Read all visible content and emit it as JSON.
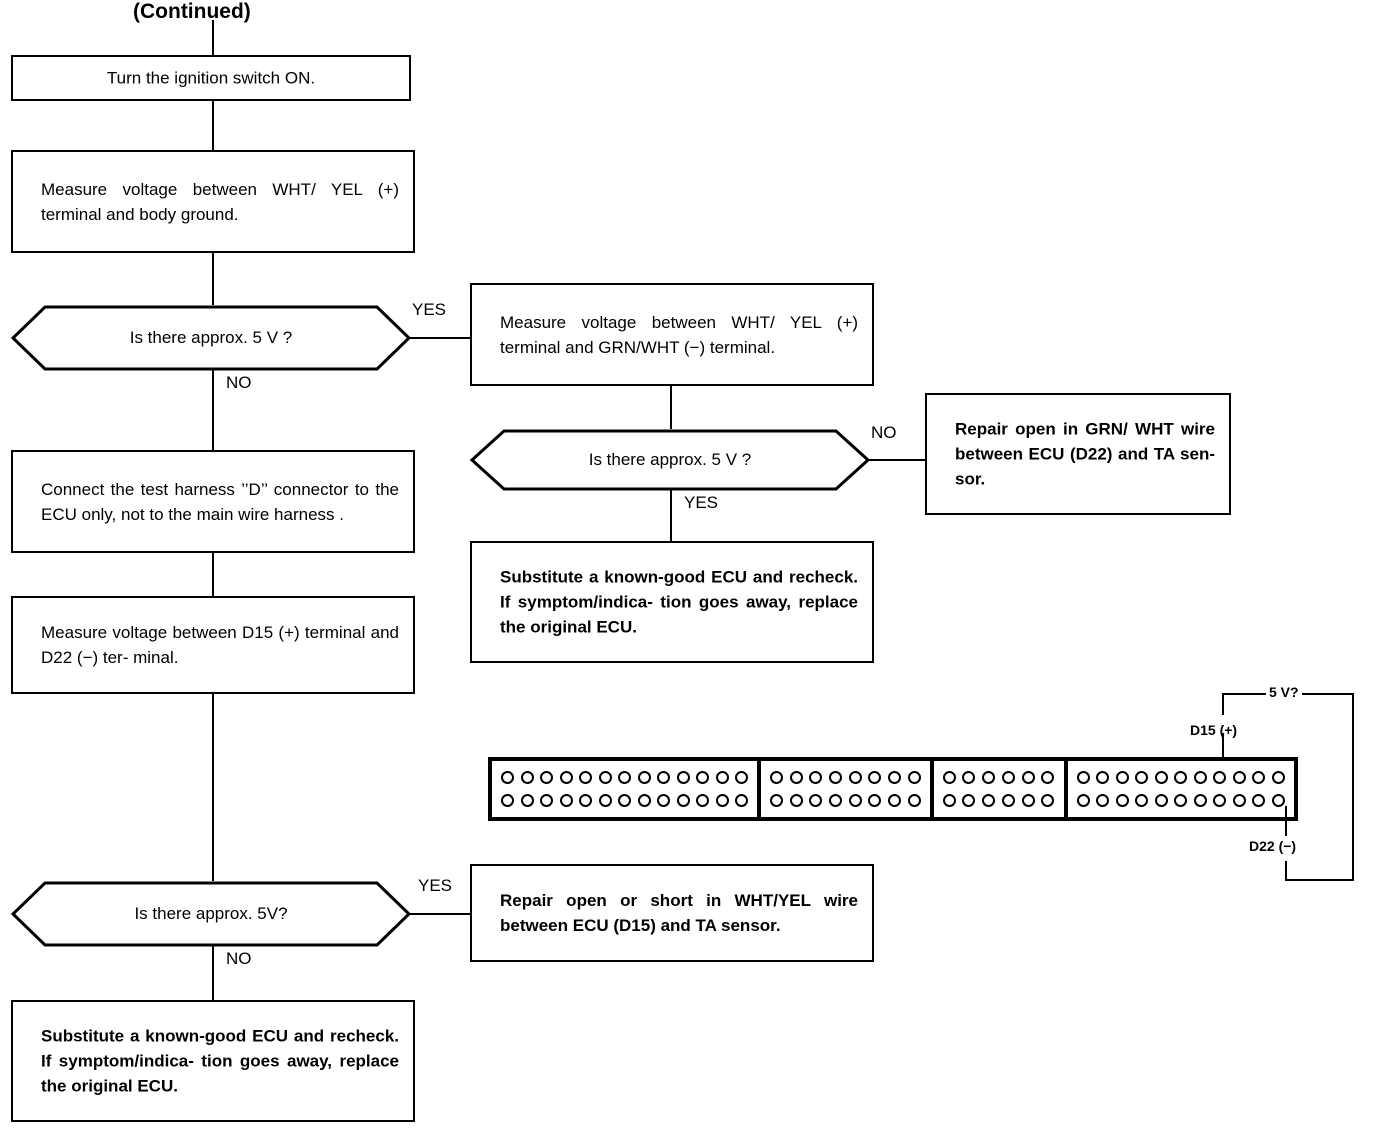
{
  "title": "(Continued)",
  "nodes": {
    "ignition": "Turn the ignition switch ON.",
    "measure_wht_body": "Measure voltage between WHT/ YEL (+) terminal and body ground.",
    "q1": "Is there approx. 5 V ?",
    "connect_harness": "Connect the test harness ’’D’’ connector to the ECU only, not to the main wire harness .",
    "measure_d15_d22": "Measure voltage between D15 (+) terminal and D22 (−) ter- minal.",
    "q3": "Is there approx. 5V?",
    "substitute_ecu_bottom": "Substitute a known-good ECU and recheck. If symptom/indica- tion goes away, replace the original ECU.",
    "measure_wht_grn": "Measure voltage between WHT/ YEL (+) terminal and GRN/WHT (−) terminal.",
    "q2": "Is there approx. 5 V ?",
    "repair_grn_wht": "Repair open in GRN/ WHT wire between ECU (D22) and TA sen- sor.",
    "substitute_ecu_mid": "Substitute a known-good ECU and recheck. If symptom/indica- tion goes away, replace the original ECU.",
    "repair_wht_yel": "Repair open or short in WHT/YEL wire between ECU (D15) and TA sensor."
  },
  "branch_labels": {
    "yes1": "YES",
    "no1": "NO",
    "yes2": "YES",
    "no2": "NO",
    "yes3": "YES",
    "no3": "NO"
  },
  "connector": {
    "probe_label": "5 V?",
    "pin_d15": "D15 (+)",
    "pin_d22": "D22 (−)",
    "sections": [
      {
        "name": "section-1",
        "pins_per_row": 13,
        "rows": 2
      },
      {
        "name": "section-2",
        "pins_per_row": 8,
        "rows": 2
      },
      {
        "name": "section-3",
        "pins_per_row": 6,
        "rows": 2
      },
      {
        "name": "section-4",
        "pins_per_row": 11,
        "rows": 2
      }
    ],
    "d15_index": 8,
    "d22_index": 11
  },
  "colors": {
    "ink": "#000000",
    "paper": "#ffffff"
  }
}
